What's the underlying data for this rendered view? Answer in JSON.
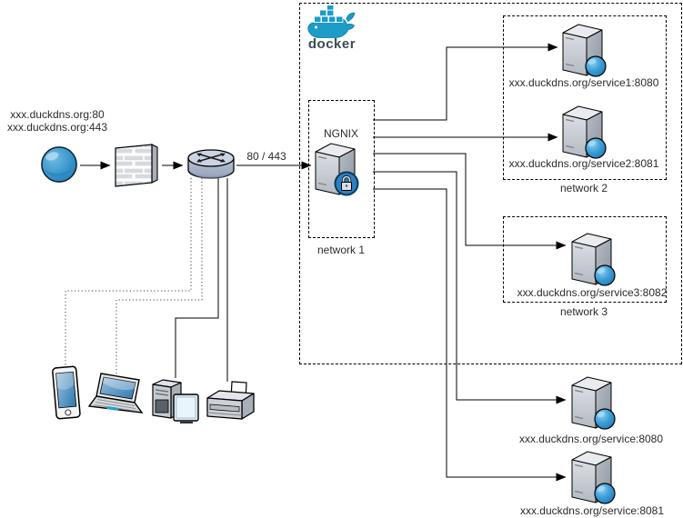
{
  "diagram": {
    "external": {
      "endpoint_line1": "xxx.duckdns.org:80",
      "endpoint_line2": "xxx.duckdns.org:443"
    },
    "edge_labels": {
      "router_to_nginx": "80 / 443"
    },
    "docker": {
      "wordmark": "docker"
    },
    "network1": {
      "label": "network 1",
      "server_label": "NGNIX"
    },
    "network2": {
      "label": "network 2",
      "services": [
        {
          "label": "xxx.duckdns.org/service1:8080"
        },
        {
          "label": "xxx.duckdns.org/service2:8081"
        }
      ]
    },
    "network3": {
      "label": "network 3",
      "services": [
        {
          "label": "xxx.duckdns.org/service3:8082"
        }
      ]
    },
    "host_services": [
      {
        "label": "xxx.duckdns.org/service:8080"
      },
      {
        "label": "xxx.duckdns.org/service:8081"
      }
    ],
    "icons": {
      "internet": "globe-icon",
      "firewall": "firewall-icon",
      "router": "router-icon",
      "proxy": "proxy-server-icon",
      "service": "server-icon",
      "docker_logo": "docker-whale-icon",
      "clients": [
        "smartphone-icon",
        "laptop-icon",
        "desktop-pc-icon",
        "printer-icon"
      ]
    },
    "colors": {
      "background": "#ffffff",
      "line": "#000000",
      "text": "#2b2b2b",
      "docker_blue": "#1d9cc8",
      "docker_text": "#394d54",
      "sphere_blue": "#2e9bd6",
      "server_gray": "#c9ced6"
    }
  }
}
